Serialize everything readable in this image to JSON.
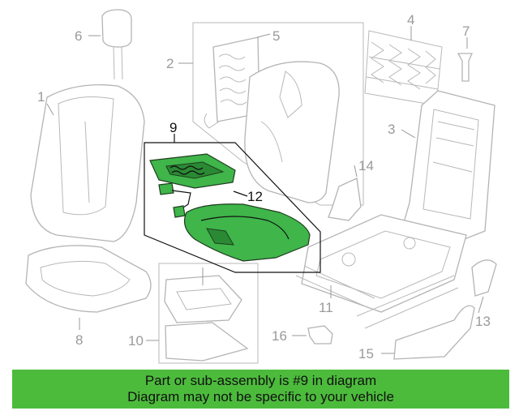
{
  "callouts": {
    "n1": "1",
    "n2": "2",
    "n3": "3",
    "n4": "4",
    "n5": "5",
    "n6": "6",
    "n7": "7",
    "n8": "8",
    "n9": "9",
    "n10": "10",
    "n11": "11",
    "n12": "12",
    "n13": "13",
    "n14": "14",
    "n15": "15",
    "n16": "16"
  },
  "highlighted_part": "9",
  "colors": {
    "highlight": "#3fb54a",
    "banner": "#4cbb3c",
    "linework": "#b4b4b4",
    "text": "#111111"
  },
  "banner": {
    "line1": "Part or sub-assembly is #9 in diagram",
    "line2": "Diagram may not be specific to your vehicle"
  }
}
